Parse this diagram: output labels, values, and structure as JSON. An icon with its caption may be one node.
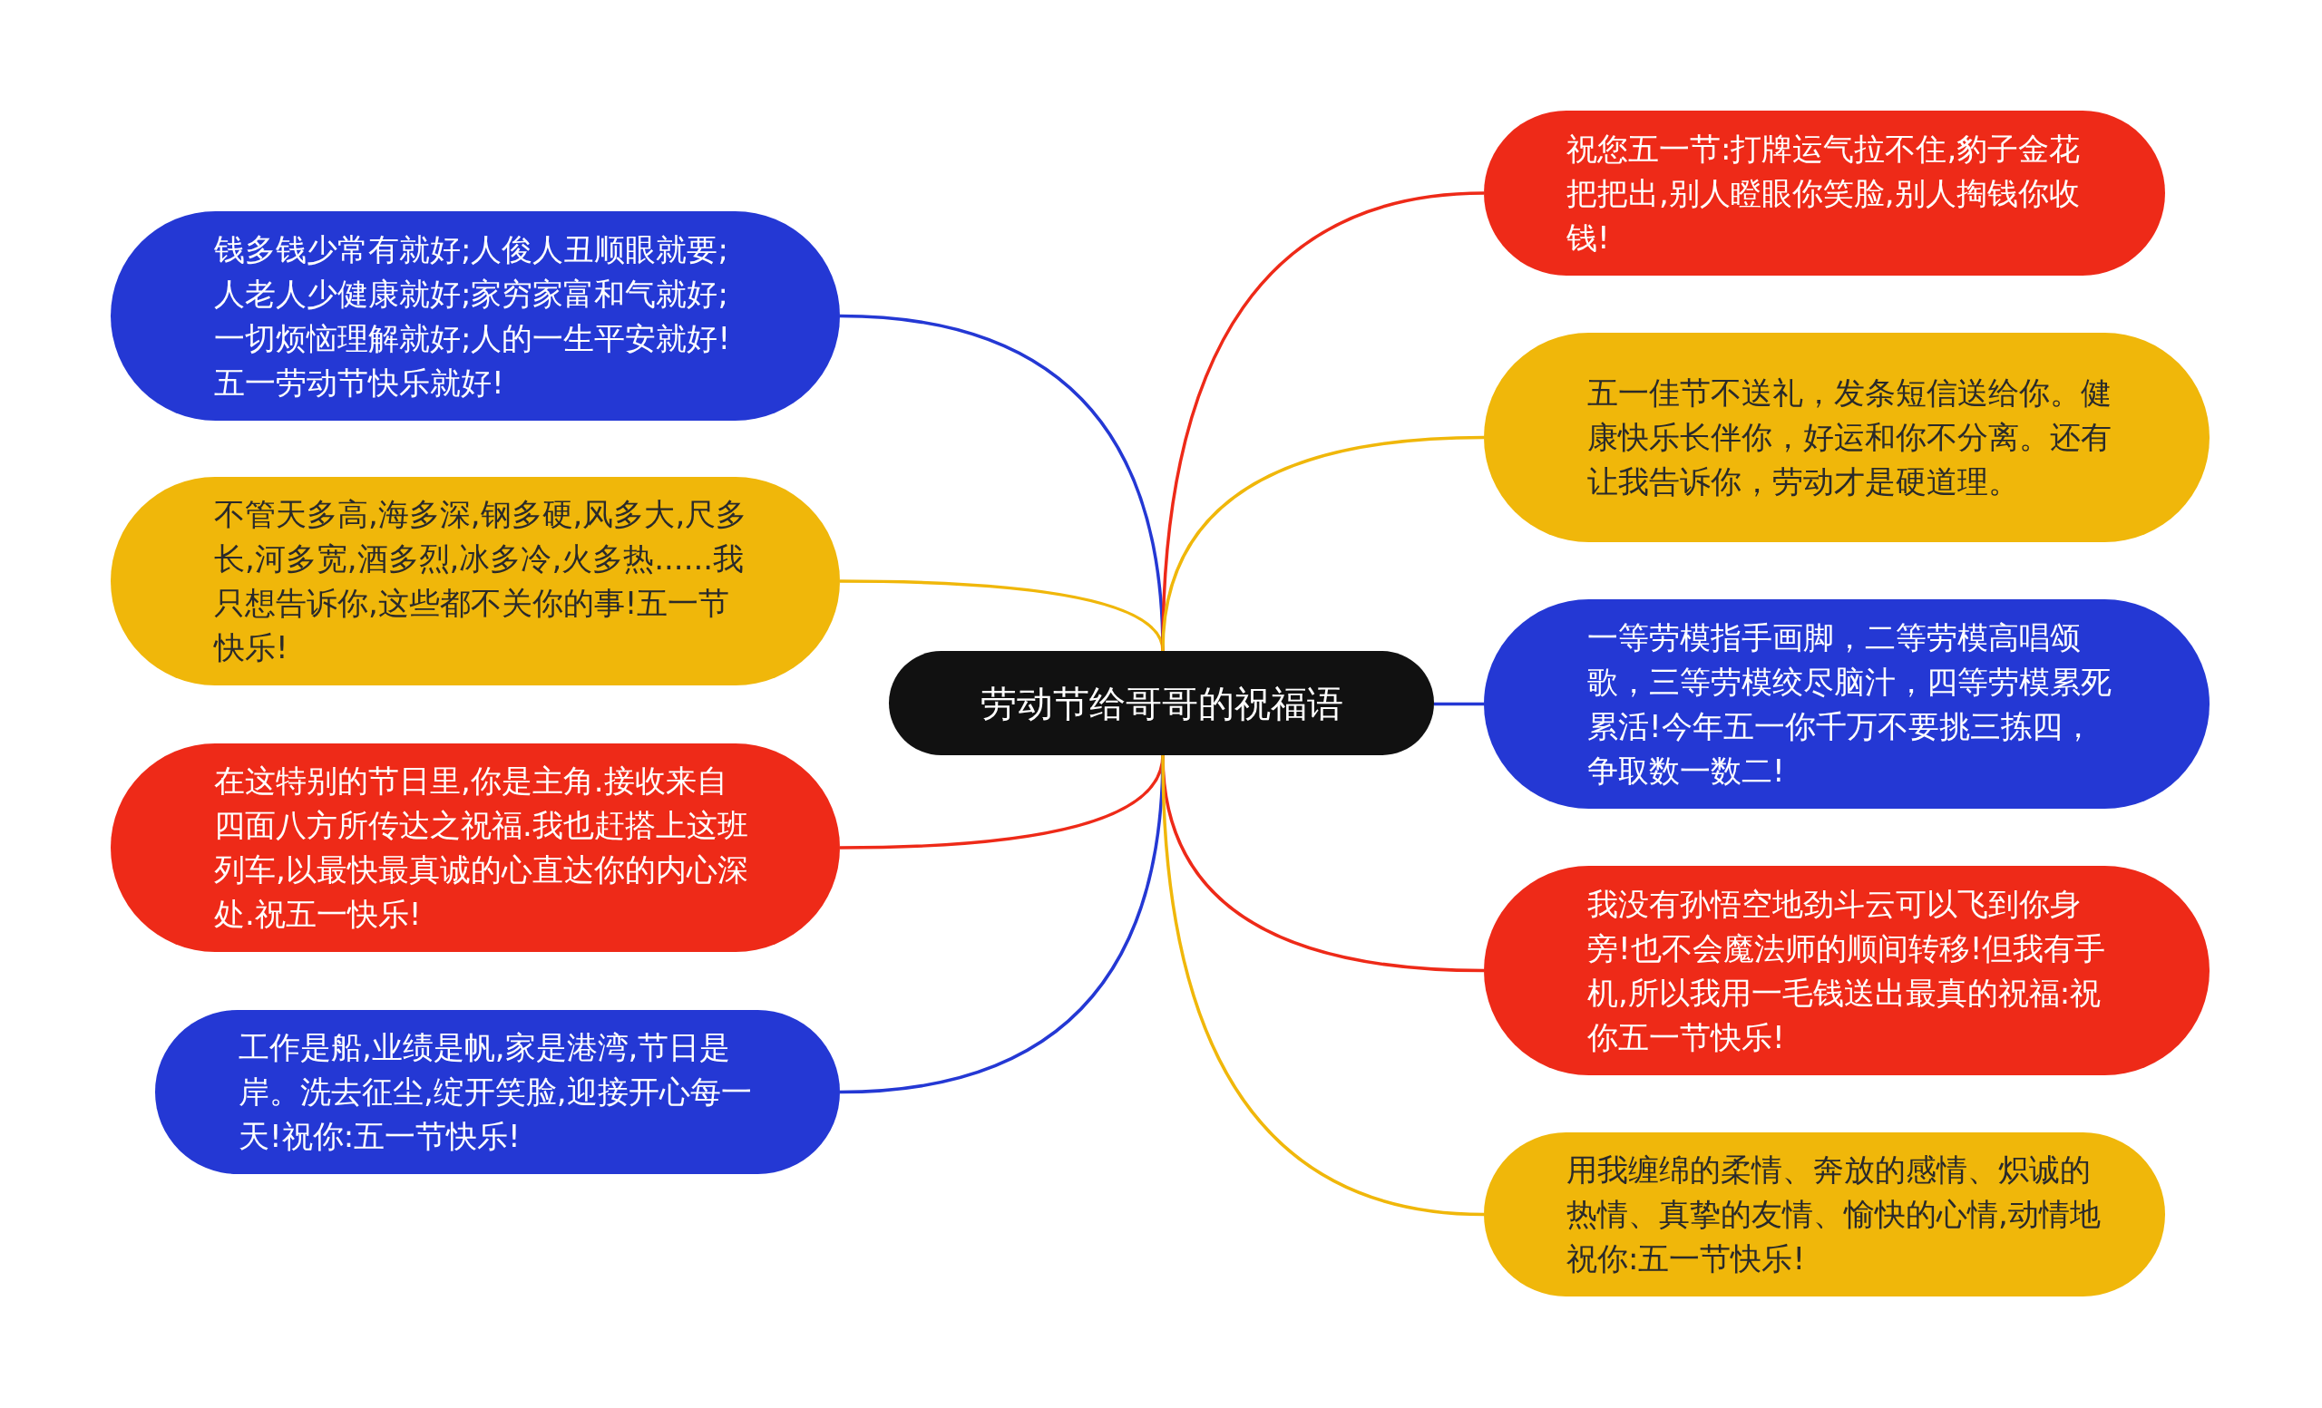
{
  "diagram": {
    "nodes": [
      {
        "text": [
          "劳动节给哥哥的祝福语"
        ]
      },
      {
        "text": [
          "钱多钱少常有就好;人俊人丑顺眼就要;人老人少健康就好;家穷家富和气就好;一切烦恼理解就好;人的一生平安就好!五一劳动节快乐就好!"
        ]
      },
      {
        "text": [
          "不管天多高,海多深,钢多硬,风多大,尺多长,河多宽,酒多烈,冰多冷,火多热......我只想告诉你,这些都不关你的事!五一节快乐!"
        ]
      },
      {
        "text": [
          "在这特别的节日里,你是主角.接收来自四面八方所传达之祝福.我也赶搭上这班列车,以最快最真诚的心直达你的内心深处.祝五一快乐!"
        ]
      },
      {
        "text": [
          "工作是船,业绩是帆,家是港湾,节日是岸。洗去征尘,绽开笑脸,迎接开心每一天!祝你:五一节快乐!"
        ]
      },
      {
        "text": [
          "祝您五一节:打牌运气拉不住,豹子金花把把出,别人瞪眼你笑脸,别人掏钱你收钱!"
        ]
      },
      {
        "text": [
          "五一佳节不送礼，发条短信送给你。健康快乐长伴你，好运和你不分离。还有让我告诉你，劳动才是硬道理。"
        ]
      },
      {
        "text": [
          "一等劳模指手画脚，二等劳模高唱颂歌，三等劳模绞尽脑汁，四等劳模累死累活!今年五一你千万不要挑三拣四，争取数一数二!"
        ]
      },
      {
        "text": [
          "我没有孙悟空地劲斗云可以飞到你身旁!也不会魔法师的顺间转移!但我有手机,所以我用一毛钱送出最真的祝福:祝你五一节快乐!"
        ]
      },
      {
        "text": [
          "用我缠绵的柔情、奔放的感情、炽诚的热情、真挚的友情、愉快的心情,动情地祝你:五一节快乐!"
        ]
      }
    ],
    "edges": [
      {
        "from": 0,
        "to": 1,
        "arrow": "none",
        "color": "#2438d4"
      },
      {
        "from": 0,
        "to": 2,
        "arrow": "none",
        "color": "#f0b70a"
      },
      {
        "from": 0,
        "to": 3,
        "arrow": "none",
        "color": "#ee2a18"
      },
      {
        "from": 0,
        "to": 4,
        "arrow": "none",
        "color": "#2438d4"
      },
      {
        "from": 0,
        "to": 5,
        "arrow": "none",
        "color": "#ee2a18"
      },
      {
        "from": 0,
        "to": 6,
        "arrow": "none",
        "color": "#f0b70a"
      },
      {
        "from": 0,
        "to": 7,
        "arrow": "none",
        "color": "#2438d4"
      },
      {
        "from": 0,
        "to": 8,
        "arrow": "none",
        "color": "#ee2a18"
      },
      {
        "from": 0,
        "to": 9,
        "arrow": "none",
        "color": "#f0b70a"
      }
    ]
  }
}
